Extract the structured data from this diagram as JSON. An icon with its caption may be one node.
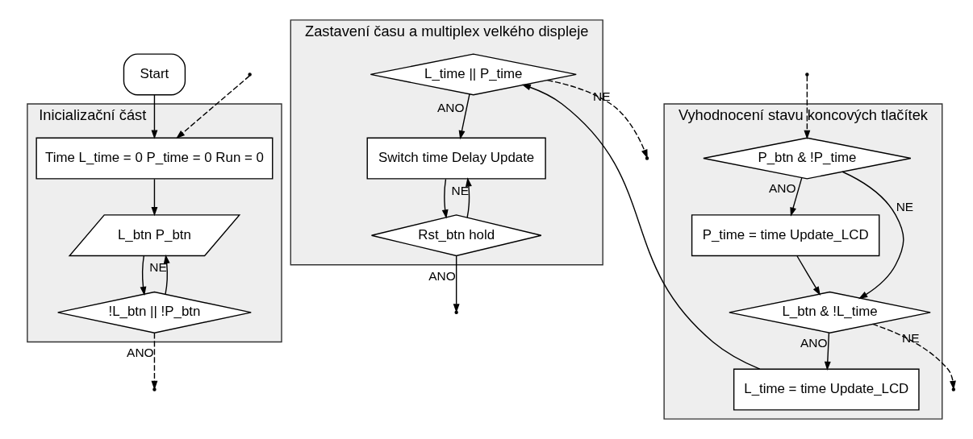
{
  "diagram": {
    "nodes": [
      {
        "text": [
          "Start"
        ]
      },
      {
        "text": [
          "Inicializační část"
        ]
      },
      {
        "text": [
          "Time L_time = 0 P_time = 0 Run = 0"
        ],
        "in": 1
      },
      {
        "text": [
          "L_btn P_btn"
        ],
        "in": 1
      },
      {
        "text": [
          "!L_btn || !P_btn"
        ],
        "in": 1
      },
      {
        "text": [
          "Vyhodnocení stavu koncových tlačítek"
        ]
      },
      {
        "text": [
          "P_btn & !P_time"
        ],
        "in": 5
      },
      {
        "text": [
          "P_time = time Update_LCD"
        ],
        "in": 5
      },
      {
        "text": [
          "L_btn & !L_time"
        ],
        "in": 5
      },
      {
        "text": [
          "L_time = time Update_LCD"
        ],
        "in": 5
      },
      {
        "text": [
          "Zastavení času a multiplex velkého displeje"
        ]
      },
      {
        "text": [
          "L_time || P_time"
        ],
        "in": 10
      },
      {
        "text": [
          "Switch time Delay Update"
        ],
        "in": 10
      },
      {
        "text": [
          "Rst_btn hold"
        ],
        "in": 10
      }
    ],
    "edges": [
      {
        "from": 0,
        "to": 2,
        "arrow": "to"
      },
      {
        "from": 2,
        "to": 3,
        "arrow": "to"
      },
      {
        "from": 3,
        "to": 4,
        "arrow": "to"
      },
      {
        "from": 4,
        "to": 3,
        "label": "NE",
        "arrow": "to"
      },
      {
        "from": 4,
        "to": null,
        "label": "ANO",
        "arrow": "to",
        "style": "dashed"
      },
      {
        "from": null,
        "to": 6,
        "arrow": "to",
        "style": "dashed"
      },
      {
        "from": 6,
        "to": 7,
        "label": "ANO",
        "arrow": "to"
      },
      {
        "from": 6,
        "to": 8,
        "label": "NE",
        "arrow": "to"
      },
      {
        "from": 7,
        "to": 8,
        "arrow": "to"
      },
      {
        "from": 8,
        "to": 9,
        "label": "ANO",
        "arrow": "to"
      },
      {
        "from": 8,
        "to": null,
        "label": "NE",
        "arrow": "to",
        "style": "dashed"
      },
      {
        "from": 9,
        "to": 11,
        "arrow": "to"
      },
      {
        "from": 11,
        "to": 12,
        "label": "ANO",
        "arrow": "to"
      },
      {
        "from": 11,
        "to": null,
        "label": "NE",
        "arrow": "to",
        "style": "dashed"
      },
      {
        "from": 13,
        "to": 12,
        "label": "NE",
        "arrow": "to"
      },
      {
        "from": 12,
        "to": 13,
        "arrow": "to"
      },
      {
        "from": 13,
        "to": null,
        "label": "ANO",
        "arrow": "to"
      },
      {
        "from": null,
        "to": 2,
        "arrow": "to",
        "style": "dashed"
      }
    ]
  }
}
